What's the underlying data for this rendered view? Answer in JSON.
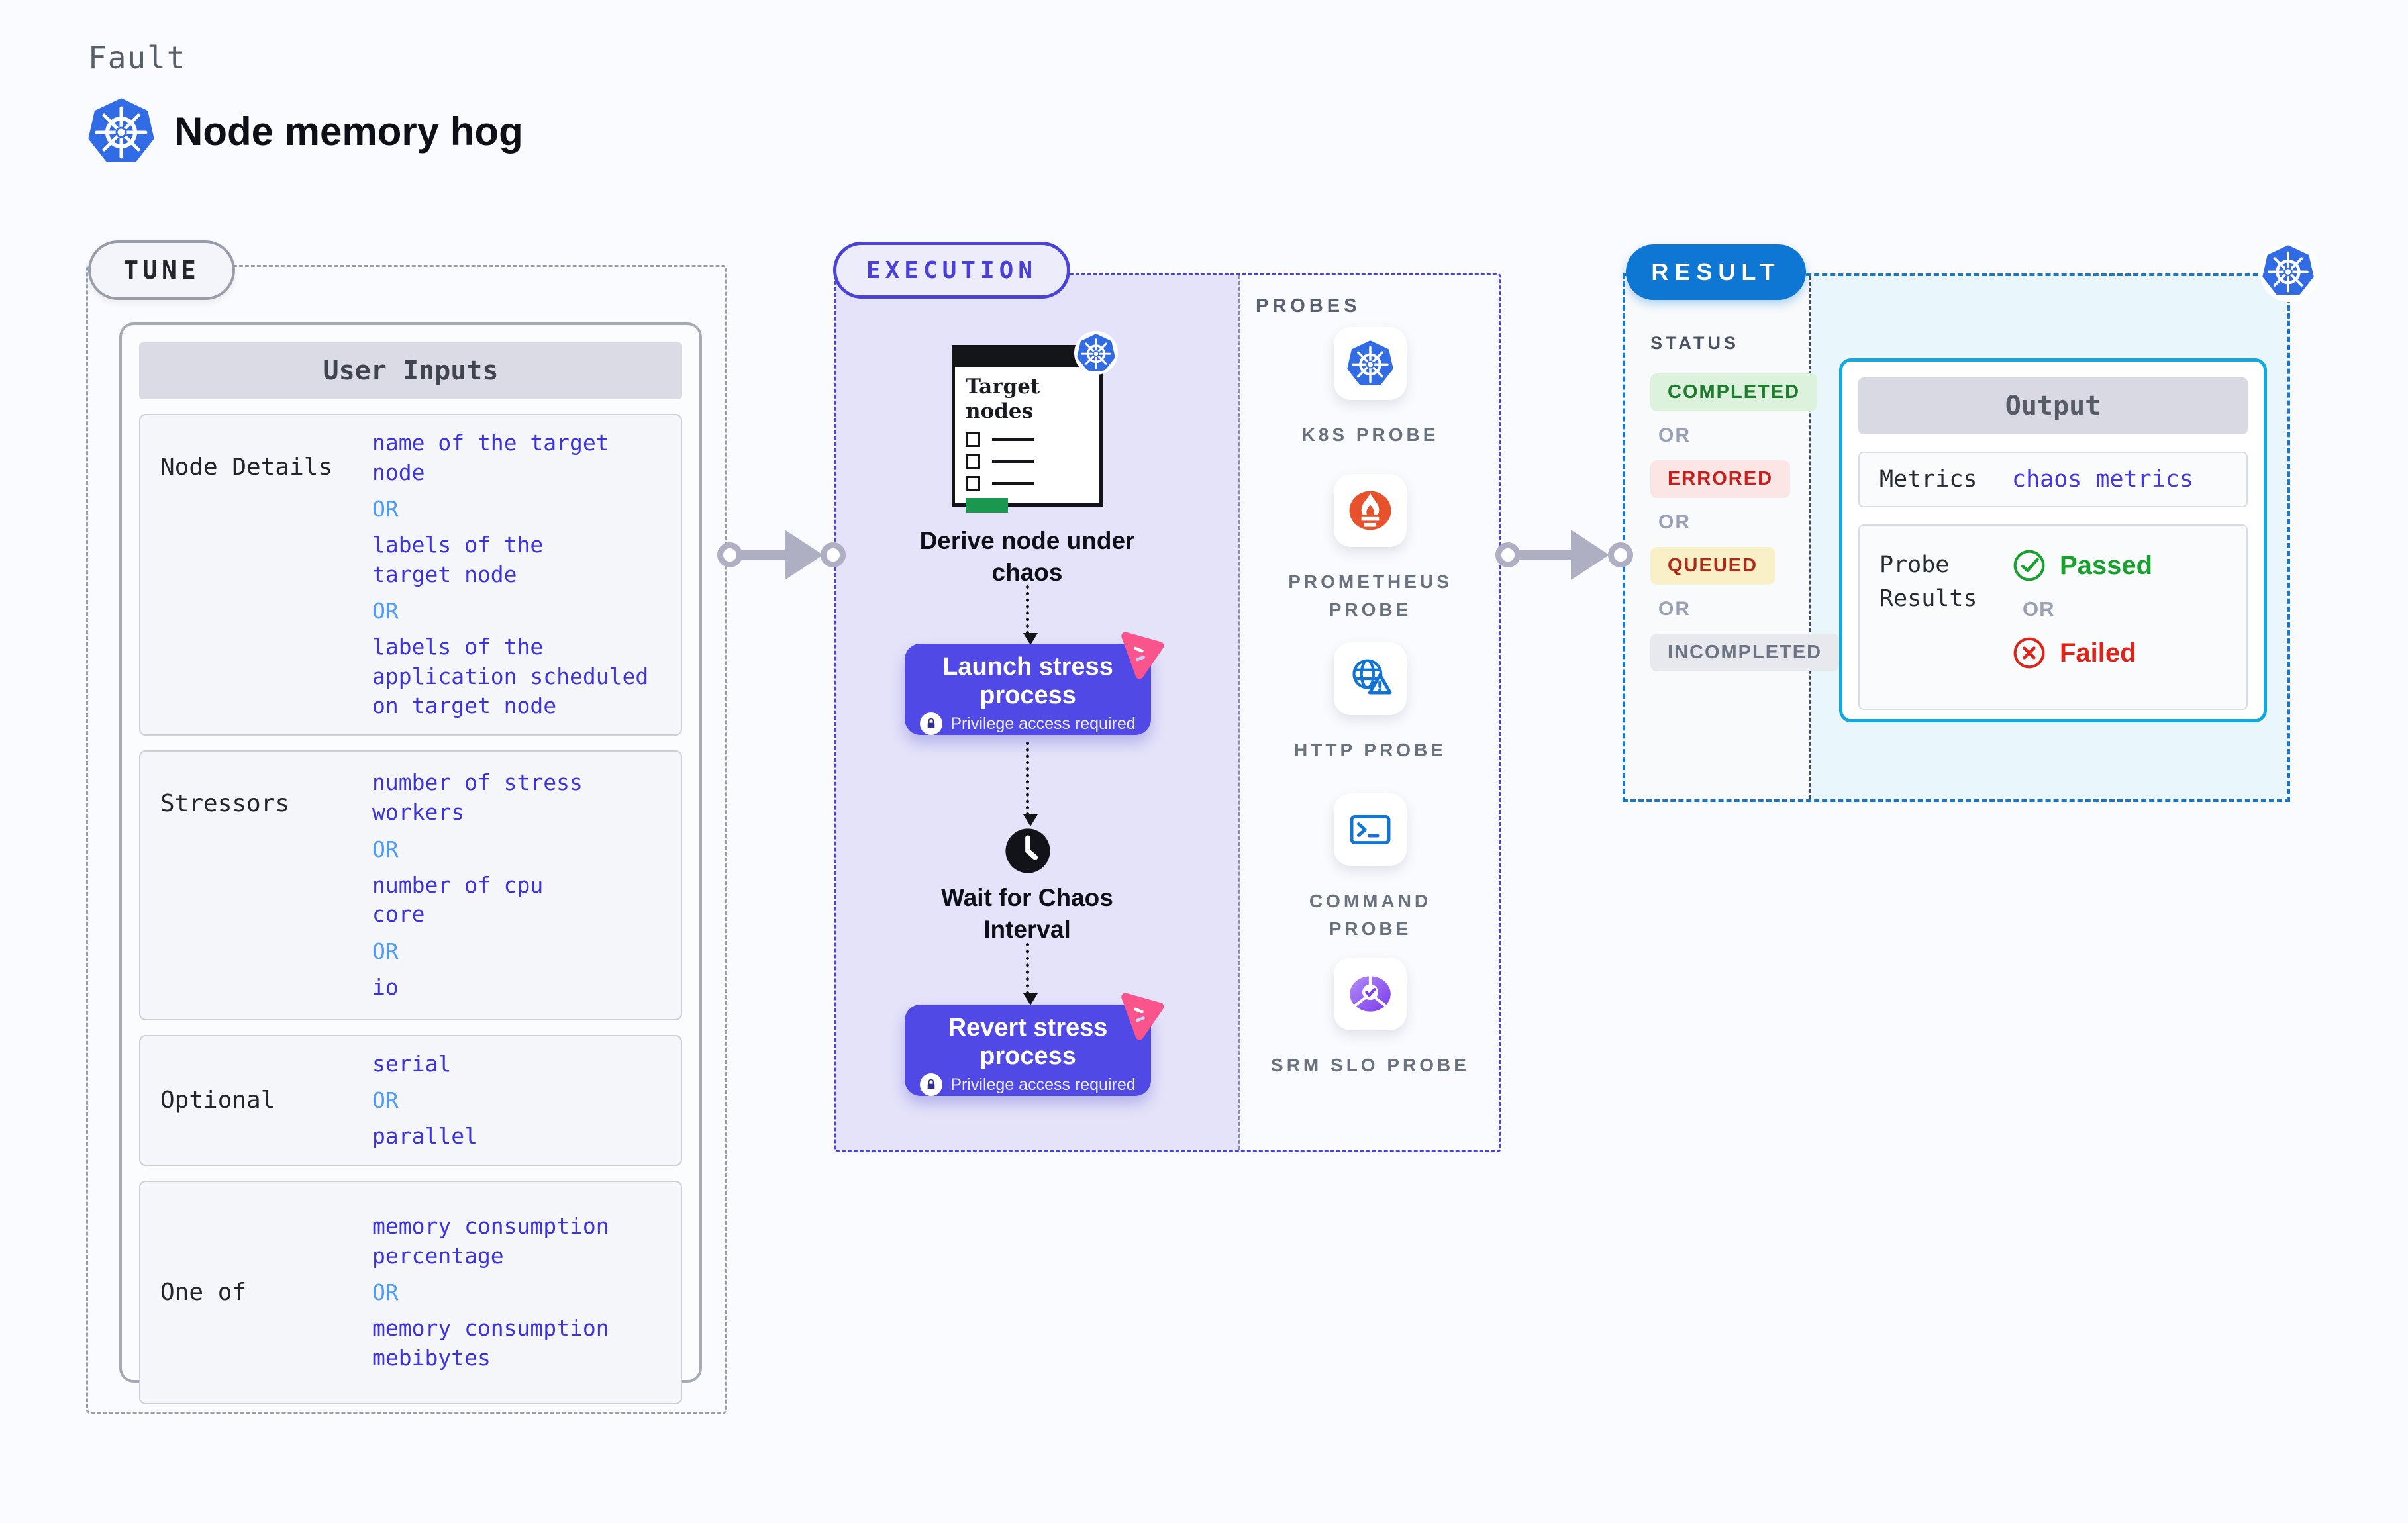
{
  "header": {
    "eyebrow": "Fault",
    "title": "Node memory hog",
    "icon": "kubernetes-icon"
  },
  "tune": {
    "label": "TUNE",
    "or": "OR",
    "table": {
      "title": "User Inputs",
      "rows": [
        {
          "label": "Node Details",
          "options": [
            "name of the target node",
            "labels of the target node",
            "labels of the application scheduled on target node"
          ]
        },
        {
          "label": "Stressors",
          "options": [
            "number of stress workers",
            "number of cpu core",
            "io"
          ]
        },
        {
          "label": "Optional",
          "options": [
            "serial",
            "parallel"
          ]
        },
        {
          "label": "One of",
          "options": [
            "memory consumption percentage",
            "memory consumption mebibytes"
          ]
        }
      ]
    }
  },
  "execution": {
    "label": "EXECUTION",
    "target_card_title": "Target nodes",
    "derive_text": "Derive node under chaos",
    "launch": {
      "title": "Launch stress process",
      "subtitle": "Privilege access required"
    },
    "wait_text": "Wait for Chaos Interval",
    "revert": {
      "title": "Revert stress process",
      "subtitle": "Privilege access required"
    }
  },
  "probes": {
    "label": "PROBES",
    "items": [
      {
        "name": "K8S PROBE",
        "icon": "kubernetes-icon"
      },
      {
        "name": "PROMETHEUS PROBE",
        "icon": "prometheus-icon"
      },
      {
        "name": "HTTP PROBE",
        "icon": "http-globe-warning-icon"
      },
      {
        "name": "COMMAND PROBE",
        "icon": "terminal-icon"
      },
      {
        "name": "SRM SLO PROBE",
        "icon": "slo-pie-check-icon"
      }
    ]
  },
  "result": {
    "label": "RESULT",
    "status_label": "STATUS",
    "or": "OR",
    "statuses": [
      {
        "text": "COMPLETED",
        "bg": "#DDF2DD",
        "color": "#1E7D2C"
      },
      {
        "text": "ERRORED",
        "bg": "#FBE5E5",
        "color": "#C5201C"
      },
      {
        "text": "QUEUED",
        "bg": "#FAF0C8",
        "color": "#B02A18"
      },
      {
        "text": "INCOMPLETED",
        "bg": "#E8E9EF",
        "color": "#6D7486"
      }
    ],
    "output": {
      "title": "Output",
      "metrics_label": "Metrics",
      "metrics_value": "chaos metrics",
      "probe_results_label": "Probe Results",
      "passed": "Passed",
      "or": "OR",
      "failed": "Failed"
    }
  },
  "colors": {
    "page_bg": "#FAFBFE",
    "kubernetes_blue": "#326CE5",
    "option_text": "#3D33DB",
    "or_blue": "#4F9CF8",
    "execution_border": "#4A43D6",
    "execution_fill": "#E4E3F9",
    "button_indigo": "#5149E6",
    "pink_badge": "#F9558C",
    "result_blue": "#0E76D3",
    "result_border": "#1478D2",
    "output_border": "#12A9E0",
    "output_fill": "#E9F6FB",
    "passed_green": "#18A12E",
    "failed_red": "#DB251B",
    "prometheus_orange": "#E6522C",
    "target_green": "#1B9850",
    "arrow_gray": "#AFAFC4"
  }
}
